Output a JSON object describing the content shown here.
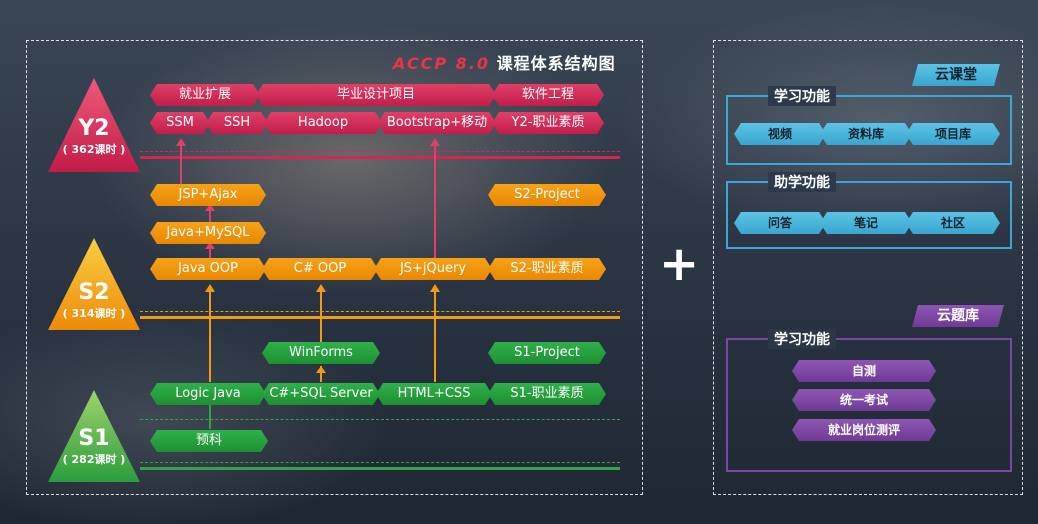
{
  "title": {
    "accent": "ACCP 8.0",
    "main": "课程体系结构图"
  },
  "stages": [
    {
      "name": "Y2",
      "hours": "( 362课时 )",
      "color": "#d4264f"
    },
    {
      "name": "S2",
      "hours": "( 314课时 )",
      "color": "#f29a10"
    },
    {
      "name": "S1",
      "hours": "( 282课时 )",
      "color": "#2fa844"
    }
  ],
  "y2": {
    "row1": [
      "就业扩展",
      "毕业设计项目",
      "软件工程"
    ],
    "row2": [
      "SSM",
      "SSH",
      "Hadoop",
      "Bootstrap+移动",
      "Y2-职业素质"
    ]
  },
  "s2": {
    "items": [
      "JSP+Ajax",
      "S2-Project",
      "Java+MySQL",
      "Java OOP",
      "C# OOP",
      "JS+jQuery",
      "S2-职业素质"
    ]
  },
  "s1": {
    "items": [
      "WinForms",
      "S1-Project",
      "Logic Java",
      "C#+SQL Server",
      "HTML+CSS",
      "S1-职业素质",
      "预科"
    ]
  },
  "plus": "+",
  "cloud_class": {
    "tag": "云课堂",
    "study": {
      "title": "学习功能",
      "items": [
        "视频",
        "资料库",
        "项目库"
      ]
    },
    "assist": {
      "title": "助学功能",
      "items": [
        "问答",
        "笔记",
        "社区"
      ]
    }
  },
  "cloud_bank": {
    "tag": "云题库",
    "study": {
      "title": "学习功能",
      "items": [
        "自测",
        "统一考试",
        "就业岗位测评"
      ]
    }
  },
  "colors": {
    "red": "#d4264f",
    "orange": "#f29a10",
    "green": "#2fa844",
    "blue": "#4db7df",
    "purple": "#7d46a6"
  }
}
